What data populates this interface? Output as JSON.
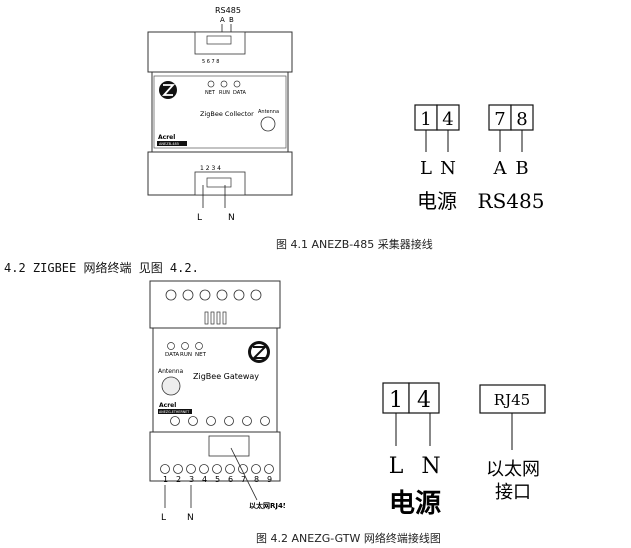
{
  "figure1": {
    "device": {
      "rs485_label": "RS485",
      "rs485_pin_a": "A",
      "rs485_pin_b": "B",
      "top_terminal_numbers": "5 6 7 8",
      "led_labels": [
        "NET",
        "RUN",
        "DATA"
      ],
      "model_name": "ZigBee Collector",
      "antenna_label": "Antenna",
      "brand": "Acrel",
      "model_code": "ANEZB-485",
      "bottom_terminal_numbers": "1 2 3 4",
      "power_l": "L",
      "power_n": "N"
    },
    "diagram": {
      "power_box": [
        "1",
        "4"
      ],
      "rs485_box": [
        "7",
        "8"
      ],
      "power_pins": [
        "L",
        "N"
      ],
      "rs485_pins": [
        "A",
        "B"
      ],
      "power_label": "电源",
      "rs485_label": "RS485"
    },
    "caption": "图 4.1 ANEZB-485 采集器接线"
  },
  "section_heading": "4.2 ZIGBEE 网络终端 见图 4.2.",
  "figure2": {
    "device": {
      "led_labels": [
        "DATA",
        "RUN",
        "NET"
      ],
      "antenna_label": "Antenna",
      "model_name": "ZigBee Gateway",
      "brand": "Acrel",
      "model_code": "ANEZG-ETHERNET",
      "terminal_numbers": [
        "1",
        "2",
        "3",
        "4",
        "5",
        "6",
        "7",
        "8",
        "9"
      ],
      "power_l": "L",
      "power_n": "N",
      "rj45_callout": "以太网RJ45"
    },
    "diagram": {
      "power_box": [
        "1",
        "4"
      ],
      "rj45_box": "RJ45",
      "power_pins": [
        "L",
        "N"
      ],
      "power_label": "电源",
      "rj45_label_line1": "以太网",
      "rj45_label_line2": "接口"
    },
    "caption": "图 4.2 ANEZG-GTW 网络终端接线图"
  }
}
